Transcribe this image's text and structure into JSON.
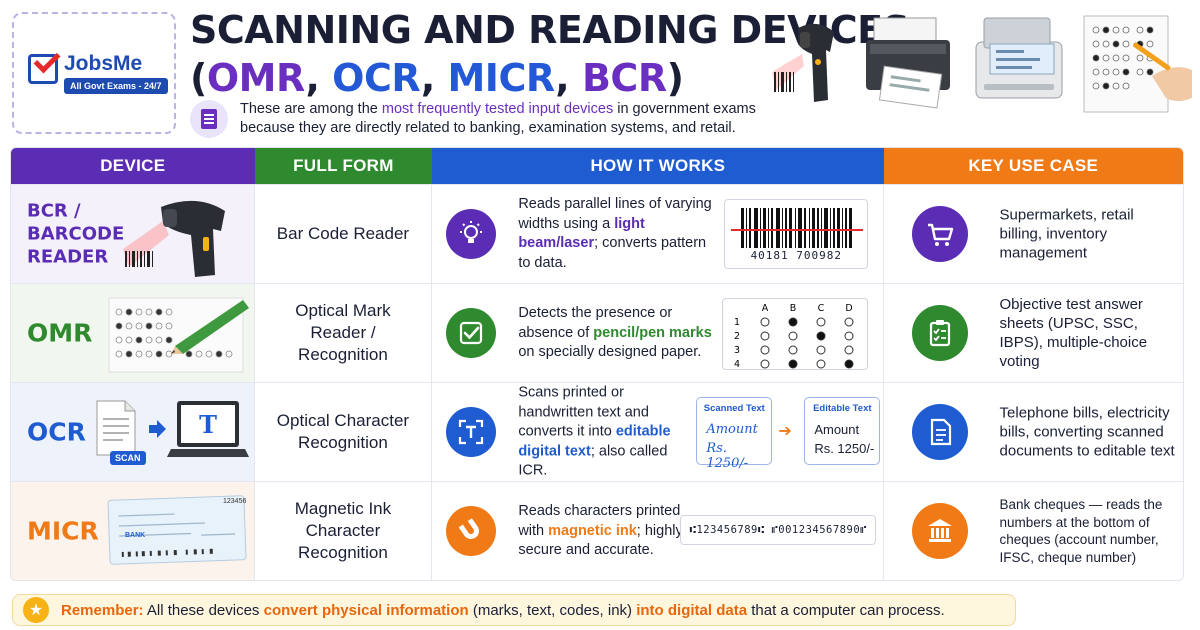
{
  "logo": {
    "name": "JobsMe",
    "tagline": "All Govt Exams - 24/7"
  },
  "title": {
    "line1": "SCANNING AND READING DEVICES",
    "open": "(",
    "omr": "OMR",
    "sep1": ", ",
    "ocr": "OCR",
    "sep2": ", ",
    "micr": "MICR",
    "sep3": ", ",
    "bcr": "BCR",
    "close": ")"
  },
  "intro": {
    "part1": "These are among the ",
    "highlight": "most frequently tested input devices",
    "part2": " in government exams because they are directly related to banking, examination systems, and retail."
  },
  "headers": {
    "device": "DEVICE",
    "full_form": "FULL FORM",
    "how": "HOW IT WORKS",
    "key": "KEY USE CASE"
  },
  "rows": {
    "bcr": {
      "line1": "BCR /",
      "line2": "BARCODE",
      "line3": "READER",
      "full_form": "Bar Code Reader",
      "how_a": "Reads parallel lines of varying widths using a ",
      "how_hl": "light beam/laser",
      "how_b": "; converts pattern to data.",
      "barcode_number": "40181   700982",
      "key": "Supermarkets, retail billing, inventory management"
    },
    "omr": {
      "name": "OMR",
      "full_form": "Optical Mark Reader / Recognition",
      "how_a": "Detects the presence or absence of ",
      "how_hl": "pencil/pen marks",
      "how_b": " on specially designed paper.",
      "grid_cols": [
        "A",
        "B",
        "C",
        "D"
      ],
      "grid_rows": [
        "1",
        "2",
        "3",
        "4"
      ],
      "key": "Objective test answer sheets (UPSC, SSC, IBPS), multiple-choice voting"
    },
    "ocr": {
      "name": "OCR",
      "scan_label": "SCAN",
      "full_form": "Optical Character Recognition",
      "how_a": "Scans printed or handwritten text and converts it into ",
      "how_hl": "editable digital text",
      "how_b": "; also called ICR.",
      "scanned_head": "Scanned Text",
      "scanned_l1": "Amount",
      "scanned_l2": "Rs. 1250/-",
      "editable_head": "Editable Text",
      "editable_l1": "Amount",
      "editable_l2": "Rs. 1250/-",
      "key": "Telephone bills, electricity bills, converting scanned documents to editable text"
    },
    "micr": {
      "name": "MICR",
      "cheque_bank": "BANK",
      "cheque_number": "123456",
      "full_form": "Magnetic Ink Character Recognition",
      "how_a": "Reads characters printed with ",
      "how_hl": "magnetic ink",
      "how_b": "; highly secure and accurate.",
      "micr_line": "⑆123456789⑆ ⑈001234567890⑈",
      "key": "Bank cheques — reads the numbers at the bottom of cheques (account number, IFSC, cheque number)"
    }
  },
  "note": {
    "label": "Remember:",
    "a": " All these devices ",
    "hl1": "convert physical information",
    "b": " (marks, text, codes, ink) ",
    "hl2": "into digital data",
    "c": " that a computer can process."
  }
}
